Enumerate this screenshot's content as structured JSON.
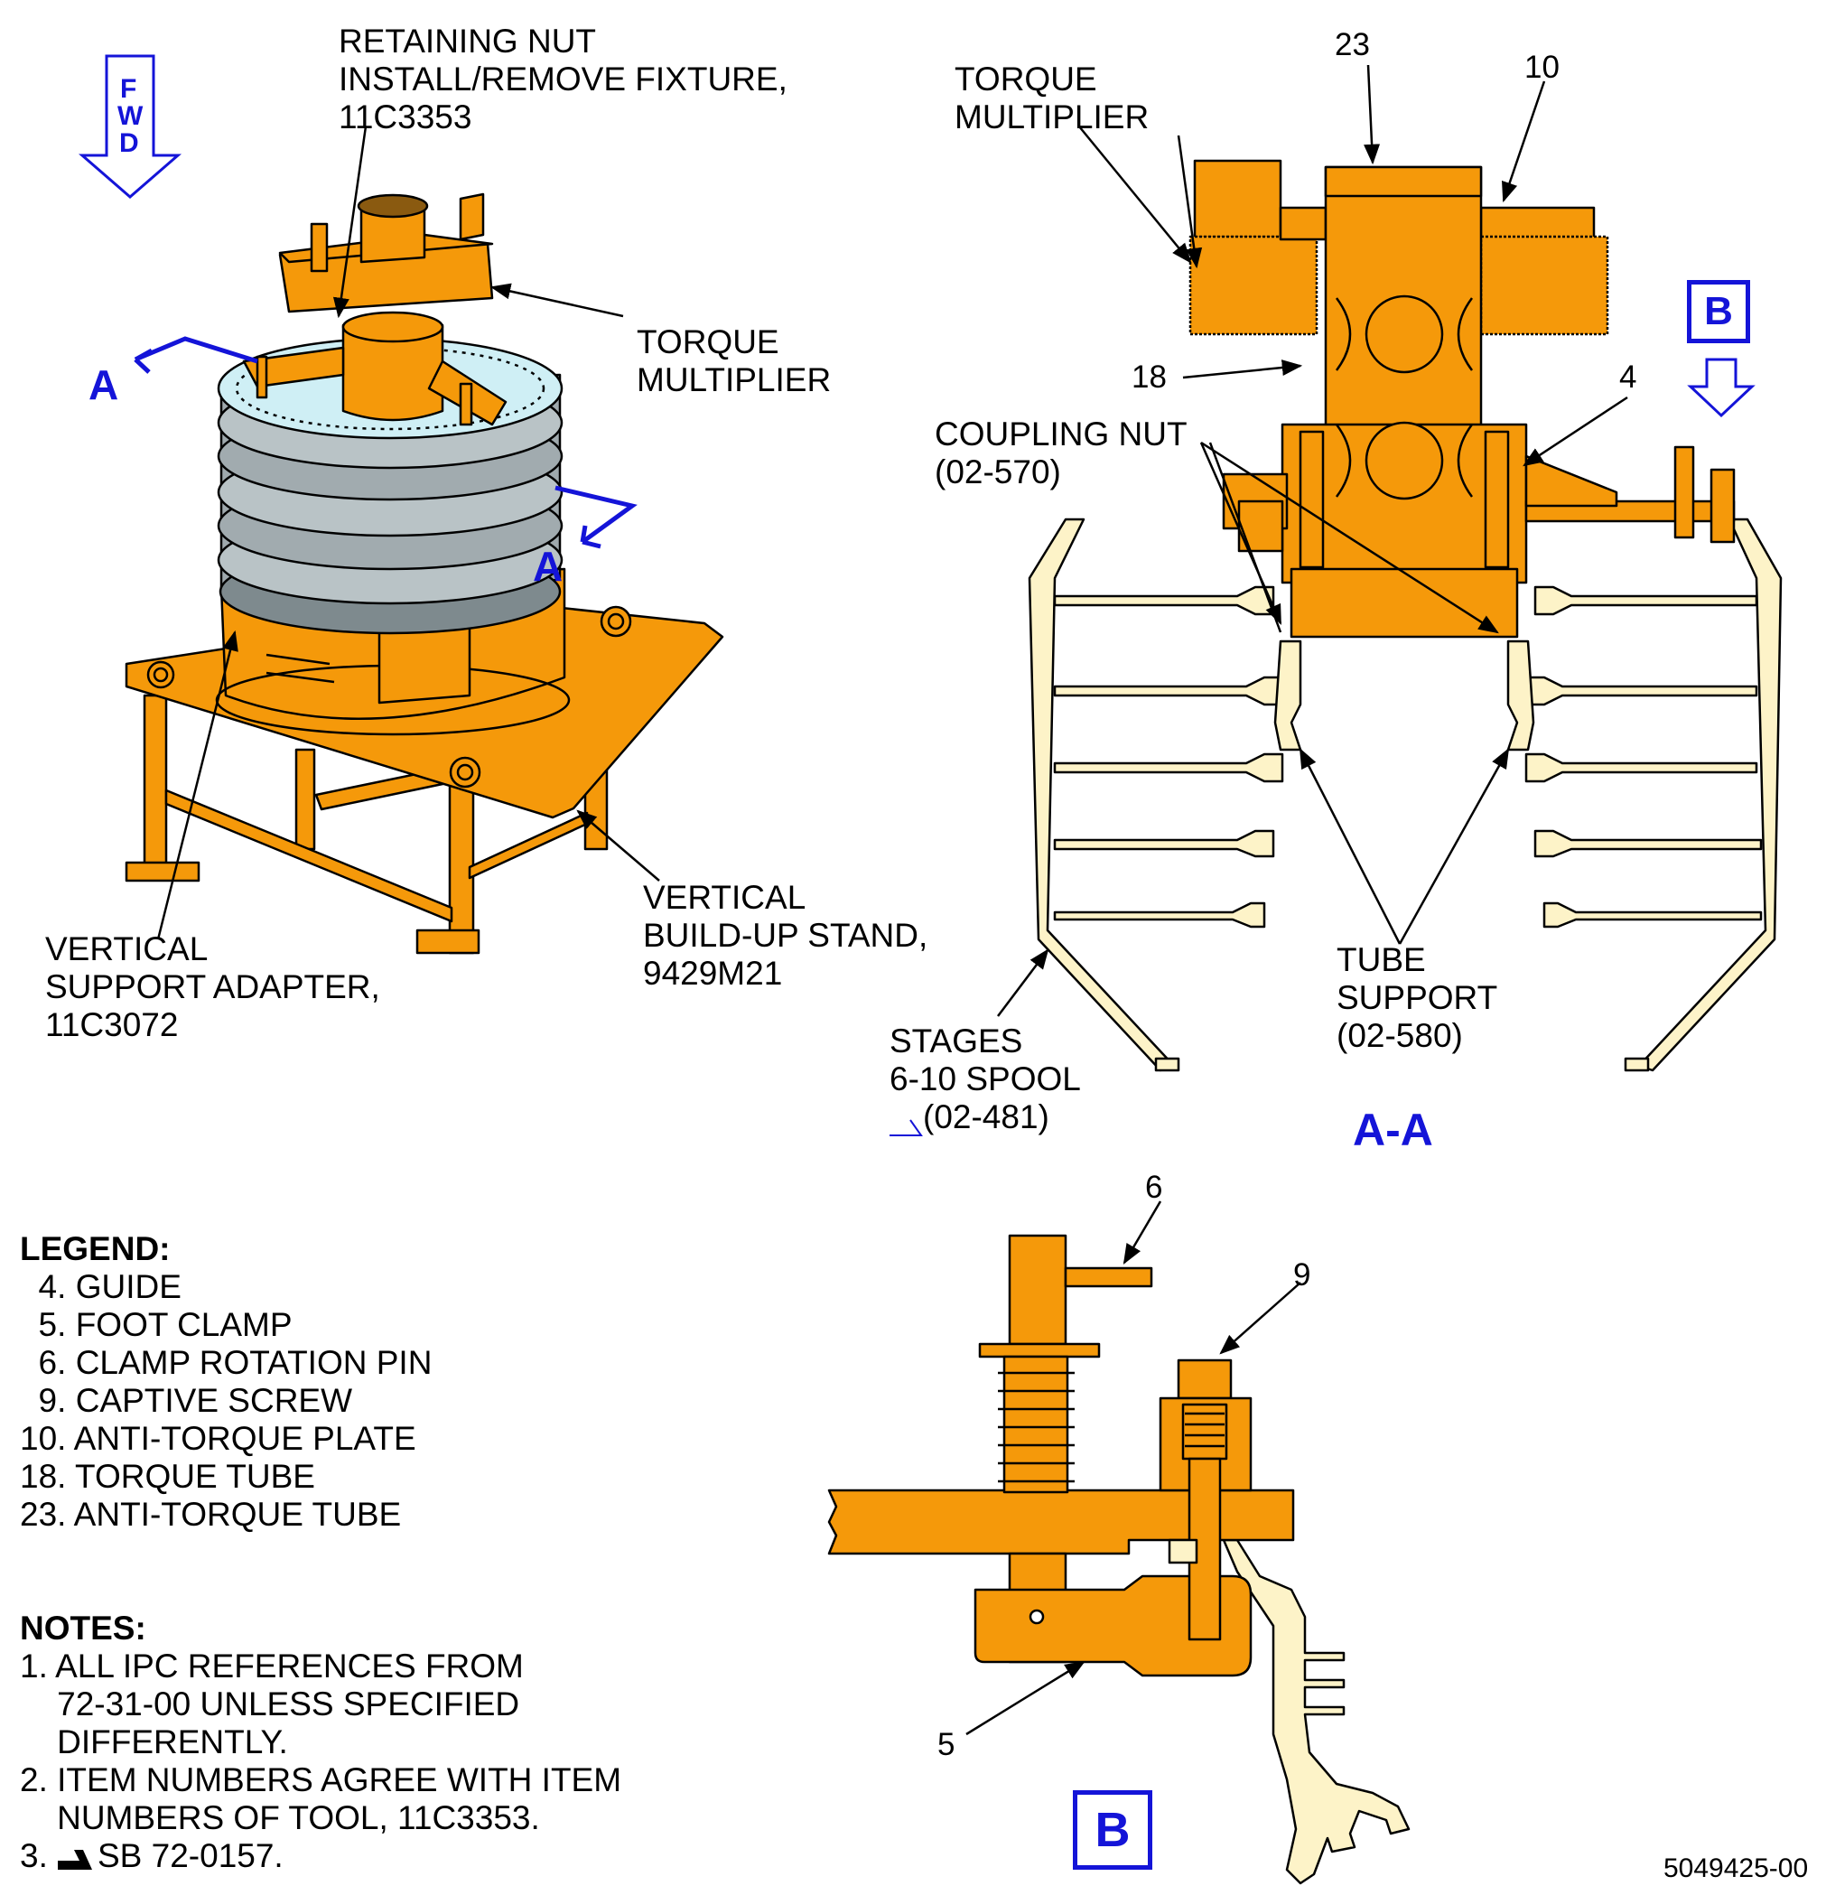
{
  "figure_id": "5049425-00",
  "colors": {
    "orange": "#F5990A",
    "cream": "#FDF3C8",
    "light_blue": "#CFEFF5",
    "blue": "#1414D8",
    "line": "#000000"
  },
  "fwd_arrow": {
    "letters": [
      "F",
      "W",
      "D"
    ]
  },
  "section_markers": {
    "a_left": "A",
    "a_right": "A",
    "view_a_title": "A-A",
    "view_b_box": "B",
    "view_b_title": "B"
  },
  "callouts": {
    "retaining_nut": "RETAINING NUT\nINSTALL/REMOVE FIXTURE,\n11C3353",
    "torque_multiplier_left": "TORQUE\nMULTIPLIER",
    "vertical_support_adapter": "VERTICAL\nSUPPORT ADAPTER,\n11C3072",
    "vertical_buildup_stand": "VERTICAL\nBUILD-UP STAND,\n9429M21",
    "torque_multiplier_right": "TORQUE\nMULTIPLIER",
    "coupling_nut": "COUPLING NUT\n(02-570)",
    "tube_support": "TUBE\nSUPPORT\n(02-580)",
    "stages_spool_line1": "STAGES",
    "stages_spool_line2": "6-10 SPOOL",
    "stages_spool_line3": "(02-481)"
  },
  "item_numbers": {
    "n23": "23",
    "n10": "10",
    "n18": "18",
    "n4": "4",
    "n6": "6",
    "n9": "9",
    "n5": "5"
  },
  "legend": {
    "title": "LEGEND:",
    "items": [
      "  4. GUIDE",
      "  5. FOOT CLAMP",
      "  6. CLAMP ROTATION PIN",
      "  9. CAPTIVE SCREW",
      "10. ANTI-TORQUE PLATE",
      "18. TORQUE TUBE",
      "23. ANTI-TORQUE TUBE"
    ]
  },
  "notes": {
    "title": "NOTES:",
    "items": [
      "1. ALL IPC REFERENCES FROM",
      "    72-31-00 UNLESS SPECIFIED",
      "    DIFFERENTLY.",
      "2. ITEM NUMBERS AGREE WITH ITEM",
      "    NUMBERS OF TOOL, 11C3353."
    ],
    "note3_prefix": "3. ",
    "note3_text": "SB 72-0157."
  }
}
